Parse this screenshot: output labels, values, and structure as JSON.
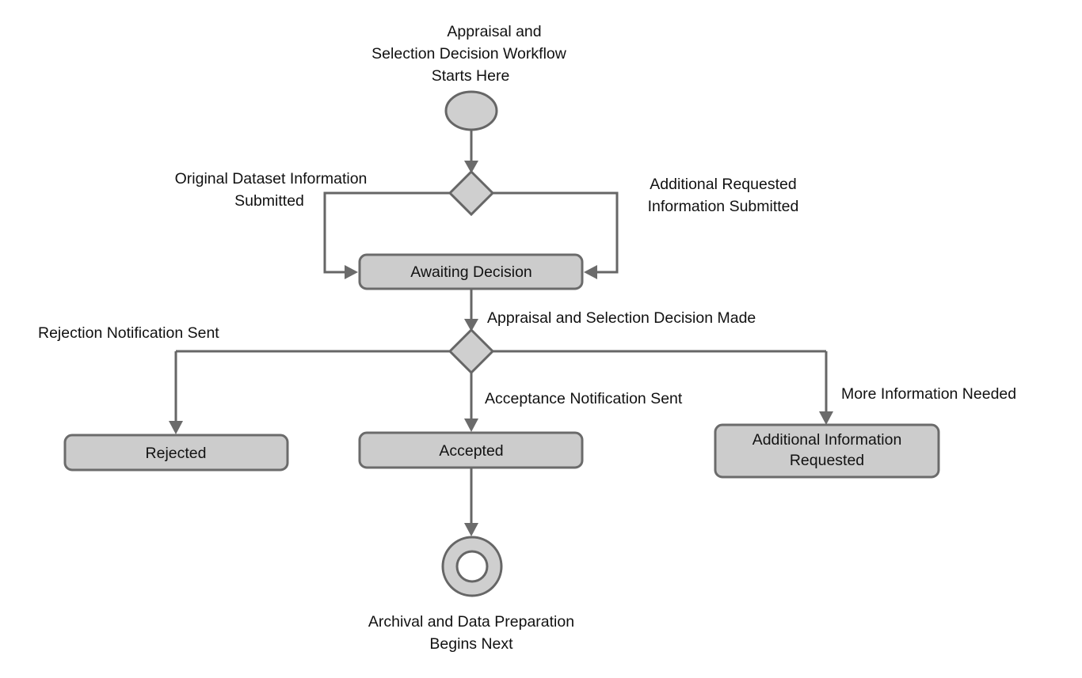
{
  "diagram": {
    "type": "uml-activity-state-diagram",
    "title": "Appraisal and Selection Decision Workflow",
    "palette": {
      "node_fill": "#cfcfcf",
      "node_border": "#666666",
      "edge_stroke": "#666666",
      "arrow_fill": "#6b6b6b",
      "text": "#111111",
      "background": "#ffffff"
    },
    "captions": {
      "start_note_line1": "Appraisal and",
      "start_note_line2": "Selection Decision Workflow",
      "start_note_line3": "Starts Here",
      "end_note_line1": "Archival and Data Preparation",
      "end_note_line2": "Begins Next"
    },
    "nodes": [
      {
        "id": "start",
        "kind": "initial-node",
        "label": ""
      },
      {
        "id": "merge1",
        "kind": "decision-merge",
        "label": ""
      },
      {
        "id": "awaiting",
        "kind": "state",
        "label": "Awaiting Decision"
      },
      {
        "id": "decision2",
        "kind": "decision-fork",
        "label": ""
      },
      {
        "id": "rejected",
        "kind": "state",
        "label": "Rejected"
      },
      {
        "id": "accepted",
        "kind": "state",
        "label": "Accepted"
      },
      {
        "id": "addinfo",
        "kind": "state",
        "label_line1": "Additional Information",
        "label_line2": "Requested"
      },
      {
        "id": "end",
        "kind": "final-node",
        "label": ""
      }
    ],
    "edge_labels": {
      "original_submitted_line1": "Original Dataset Information",
      "original_submitted_line2": "Submitted",
      "additional_submitted_line1": "Additional Requested",
      "additional_submitted_line2": "Information Submitted",
      "decision_made": "Appraisal and Selection Decision Made",
      "rejection_sent": "Rejection Notification Sent",
      "acceptance_sent": "Acceptance Notification Sent",
      "more_info_needed": "More Information Needed"
    },
    "edges": [
      {
        "from": "start",
        "to": "merge1",
        "label": ""
      },
      {
        "from": "merge1",
        "to": "awaiting",
        "label": "Original Dataset Information Submitted"
      },
      {
        "from": "merge1",
        "to": "awaiting",
        "label": "Additional Requested Information Submitted"
      },
      {
        "from": "awaiting",
        "to": "decision2",
        "label": "Appraisal and Selection Decision Made"
      },
      {
        "from": "decision2",
        "to": "rejected",
        "label": "Rejection Notification Sent"
      },
      {
        "from": "decision2",
        "to": "accepted",
        "label": "Acceptance Notification Sent"
      },
      {
        "from": "decision2",
        "to": "addinfo",
        "label": "More Information Needed"
      },
      {
        "from": "accepted",
        "to": "end",
        "label": ""
      }
    ]
  }
}
